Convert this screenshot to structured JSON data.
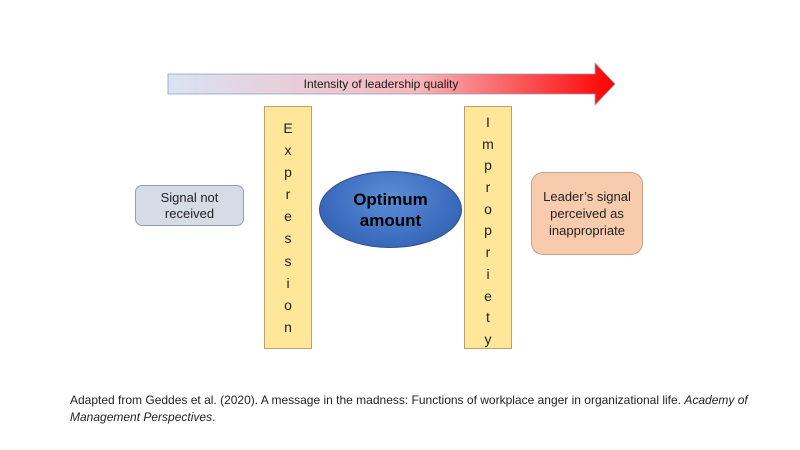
{
  "arrow": {
    "label": "Intensity of leadership quality",
    "gradient_start": "#dae3f3",
    "gradient_end": "#ff0000"
  },
  "bars": {
    "expression": {
      "letters": [
        "E",
        "x",
        "p",
        "r",
        "e",
        "s",
        "s",
        "i",
        "o",
        "n"
      ],
      "fill": "#ffe699"
    },
    "impropriety": {
      "letters": [
        "I",
        "m",
        "p",
        "r",
        "o",
        "p",
        "r",
        "i",
        "e",
        "t",
        "y"
      ],
      "fill": "#ffe699"
    }
  },
  "boxes": {
    "signal_not_received": {
      "line1": "Signal not",
      "line2": "received",
      "fill": "#d6dce5"
    },
    "optimum": {
      "line1": "Optimum",
      "line2": "amount",
      "fill": "#4472c4"
    },
    "leader_signal": {
      "line1": "Leader’s signal",
      "line2": "perceived as",
      "line3": "inappropriate",
      "fill": "#f8cbad"
    }
  },
  "citation": {
    "text": "Adapted from Geddes et al. (2020). A message in the madness: Functions of workplace anger in organizational life. ",
    "journal_part1": "Academy of",
    "journal_part2": "Management Perspectives",
    "end": "."
  }
}
